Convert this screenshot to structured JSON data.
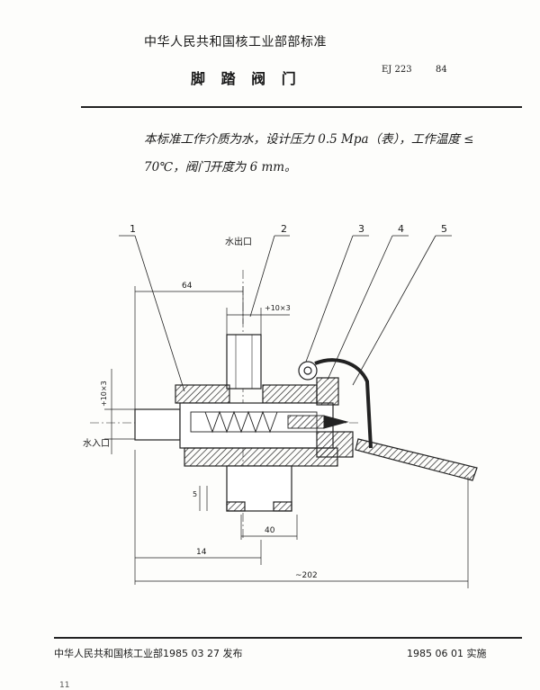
{
  "header": {
    "organization": "中华人民共和国核工业部部标准",
    "title": "脚 踏 阀 门",
    "standard_number": "EJ 223",
    "standard_year": "84"
  },
  "description": "本标准工作介质为水，设计压力 0.5 Mpa（表），工作温度 ≤ 70℃，阀门开度为 6 mm。",
  "drawing": {
    "part_labels": [
      "1",
      "2",
      "3",
      "4",
      "5"
    ],
    "water_outlet_label": "水出口",
    "water_inlet_label": "水入口",
    "dimensions": {
      "d64": "64",
      "thread_top": "+10×3",
      "thread_left": "+10×3",
      "d5": "5",
      "d40": "40",
      "d14": "14",
      "d202": "~202"
    }
  },
  "footer": {
    "issue": "中华人民共和国核工业部1985 03 27 发布",
    "implement": "1985 06 01 实施",
    "page_number": "11"
  }
}
